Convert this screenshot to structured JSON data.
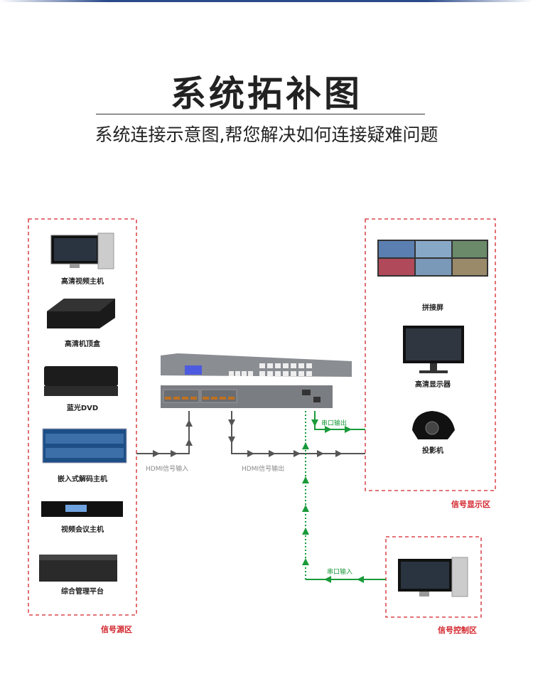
{
  "header": {
    "title": "系统拓补图",
    "subtitle": "系统连接示意图,帮您解决如何连接疑难问题"
  },
  "zones": {
    "source": "信号源区",
    "display": "信号显示区",
    "control": "信号控制区"
  },
  "source_devices": [
    "高清视频主机",
    "高清机顶盒",
    "蓝光DVD",
    "嵌入式解码主机",
    "视频会议主机",
    "综合管理平台"
  ],
  "display_devices": [
    "拼接屏",
    "高清显示器",
    "投影机"
  ],
  "flows": {
    "hdmi_in": "HDMI信号输入",
    "hdmi_out": "HDMI信号输出",
    "serial_out": "串口输出",
    "serial_in": "串口输入"
  },
  "colors": {
    "zone_border": "#d2232a",
    "signal_line": "#555555",
    "serial_line": "#1a9a3a"
  }
}
